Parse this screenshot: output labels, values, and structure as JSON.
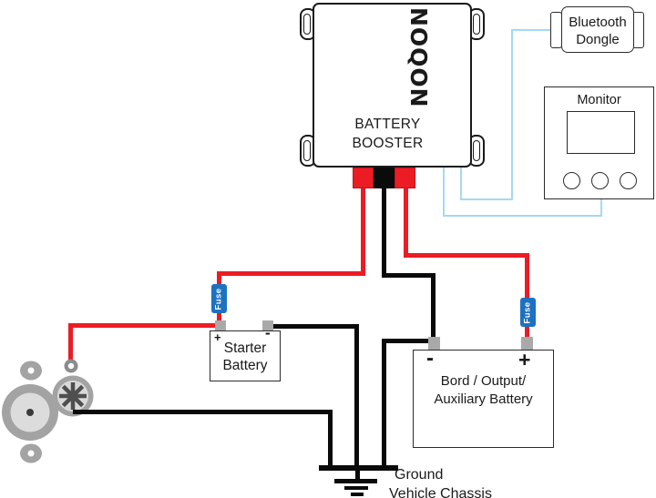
{
  "booster": {
    "logo": "NOQON",
    "label_line1": "BATTERY",
    "label_line2": "BOOSTER"
  },
  "bluetooth_dongle": {
    "label_line1": "Bluetooth",
    "label_line2": "Dongle"
  },
  "monitor": {
    "title": "Monitor"
  },
  "starter_battery": {
    "label_line1": "Starter",
    "label_line2": "Battery",
    "positive": "+",
    "negative": "-"
  },
  "aux_battery": {
    "label_line1": "Bord / Output/",
    "label_line2": "Auxiliary Battery",
    "positive": "+",
    "negative": "-"
  },
  "fuses": {
    "left_label": "Fuse",
    "right_label": "Fuse"
  },
  "ground": {
    "label_line1": "Ground",
    "label_line2": "Vehicle Chassis"
  },
  "colors": {
    "positive_wire": "#ec1c24",
    "negative_wire": "#0a0a0a",
    "data_wire": "#a5d9f1",
    "fuse_body": "#1d71c1",
    "terminal": "#a9a9a9",
    "component_gray": "#a3a3a3"
  }
}
